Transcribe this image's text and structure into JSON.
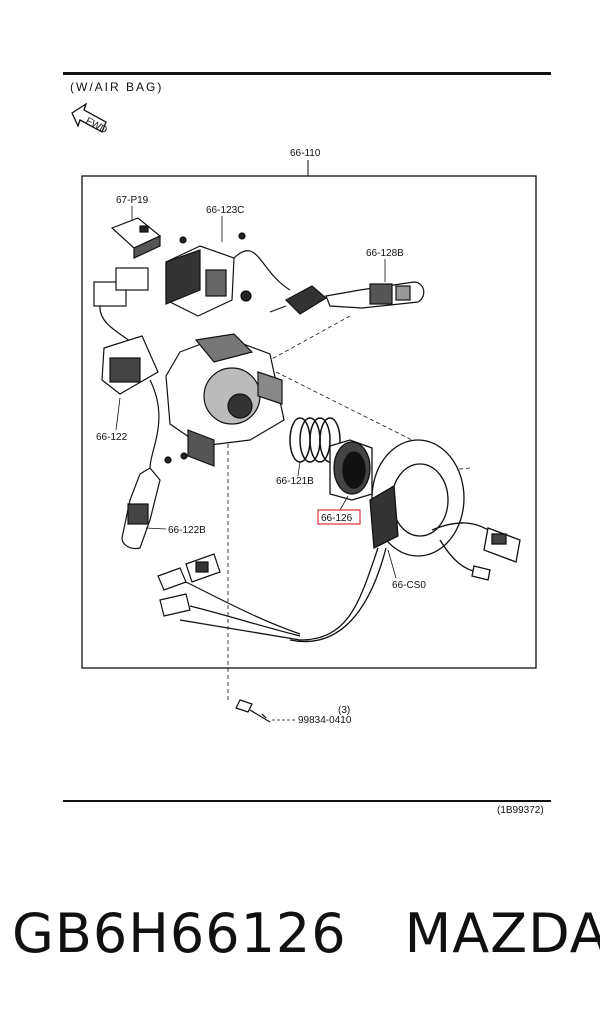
{
  "caption": "(W/AIR BAG)",
  "fwd_label": "FWD",
  "reference_code": "(1B99372)",
  "part_labels": {
    "assembly": "66-110",
    "p67_p19": "67-P19",
    "p66_123c": "66-123C",
    "p66_128b": "66-128B",
    "p66_122": "66-122",
    "p66_121b": "66-121B",
    "p66_126": "66-126",
    "p66_122b": "66-122B",
    "p66_cs0": "66-CS0",
    "screw": "99834-0410",
    "screw_qty": "(3)"
  },
  "highlight_color": "#e0303a",
  "bottom": {
    "part_number": "GB6H66126",
    "brand": "MAZDA"
  }
}
